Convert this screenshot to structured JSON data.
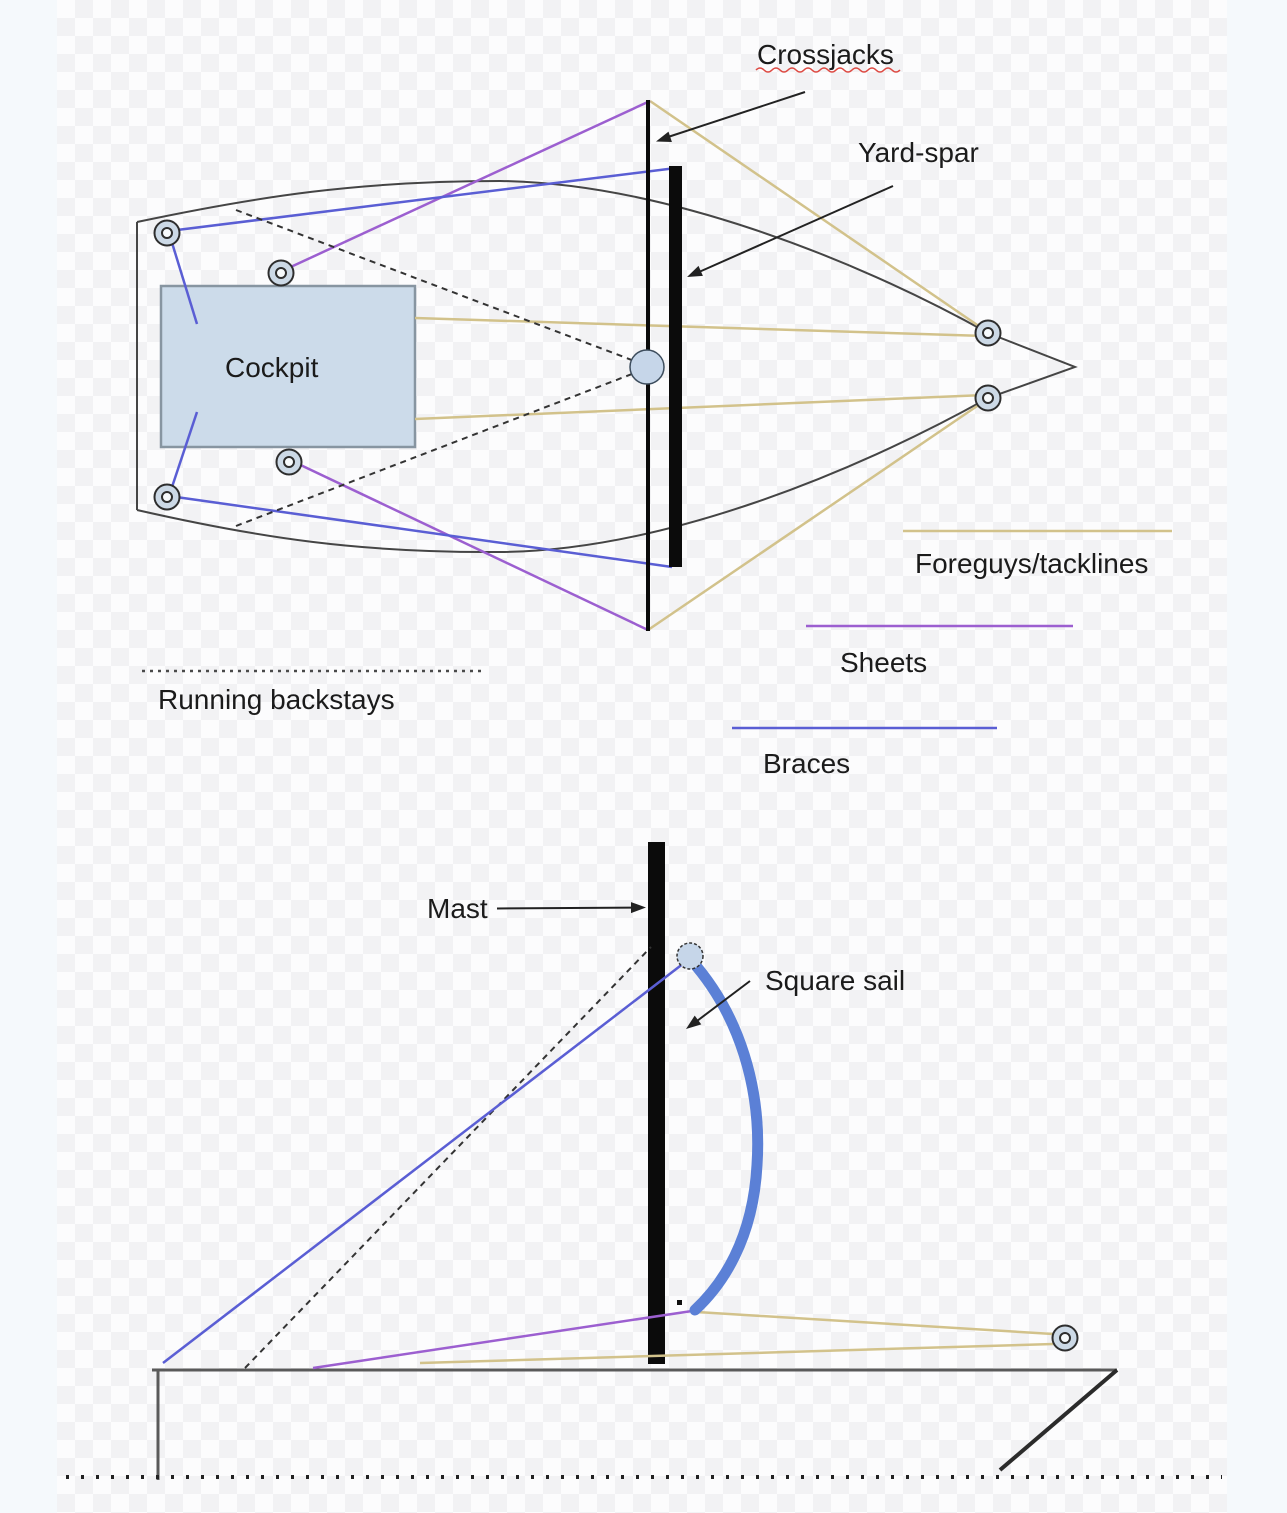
{
  "labels": {
    "crossjacks": "Crossjacks",
    "yard_spar": "Yard-spar",
    "cockpit": "Cockpit",
    "foreguys": "Foreguys/tacklines",
    "sheets": "Sheets",
    "braces": "Braces",
    "running_backstays": "Running backstays",
    "mast": "Mast",
    "square_sail": "Square sail"
  },
  "colors": {
    "gold": "#d2c28b",
    "purple": "#9c5fd0",
    "blue": "#5a5ed4",
    "sail": "#5b80d6",
    "dark": "#333333",
    "hull": "#454545",
    "spar": "#0b0b0b",
    "arrow": "#222222",
    "text": "#1b1b1b",
    "cockpit-fill": "#ccdbea",
    "cockpit-border": "#8795a1",
    "block-fill": "#ccd9e6",
    "block-hole": "#f7fafc",
    "mast-circle-fill": "#c6d6e9",
    "squiggle-red": "#dd4b44",
    "deck": "#5a5a5a",
    "waterline": "#222222",
    "margin": "#f5f9fc",
    "checker-a": "#fcfcfd",
    "checker-b": "#f2f2f4"
  }
}
